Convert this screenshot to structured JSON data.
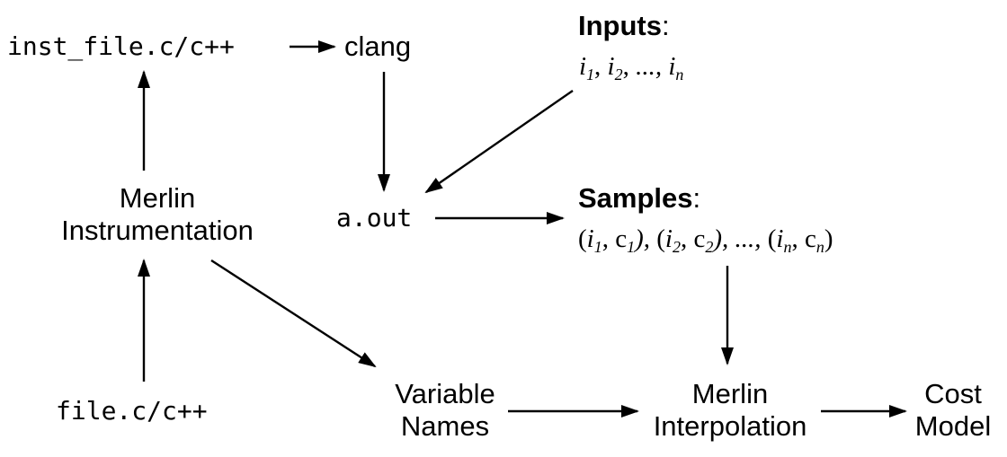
{
  "nodes": {
    "inst_file": "inst_file.c/c++",
    "clang": "clang",
    "inputs_title": "Inputs",
    "inputs_colon": ":",
    "inputs_seq": {
      "var": "i",
      "subs": [
        "1",
        "2",
        "n"
      ],
      "sep": ", ",
      "ellipsis": "...,"
    },
    "merlin_instr": [
      "Merlin",
      "Instrumentation"
    ],
    "a_out": "a.out",
    "samples_title": "Samples",
    "samples_colon": ":",
    "samples_seq": {
      "var": "i",
      "cost": "c",
      "subs": [
        "1",
        "2",
        "n"
      ],
      "ellipsis": "...,"
    },
    "file": "file.c/c++",
    "variable_names": [
      "Variable",
      "Names"
    ],
    "merlin_interp": [
      "Merlin",
      "Interpolation"
    ],
    "cost_model": [
      "Cost",
      "Model"
    ]
  },
  "edges": [
    {
      "from": "inst_file",
      "to": "clang"
    },
    {
      "from": "clang",
      "to": "a_out"
    },
    {
      "from": "inputs",
      "to": "a_out"
    },
    {
      "from": "a_out",
      "to": "samples"
    },
    {
      "from": "merlin_instr",
      "to": "inst_file"
    },
    {
      "from": "file",
      "to": "merlin_instr"
    },
    {
      "from": "merlin_instr",
      "to": "variable_names"
    },
    {
      "from": "samples",
      "to": "merlin_interp"
    },
    {
      "from": "variable_names",
      "to": "merlin_interp"
    },
    {
      "from": "merlin_interp",
      "to": "cost_model"
    }
  ]
}
